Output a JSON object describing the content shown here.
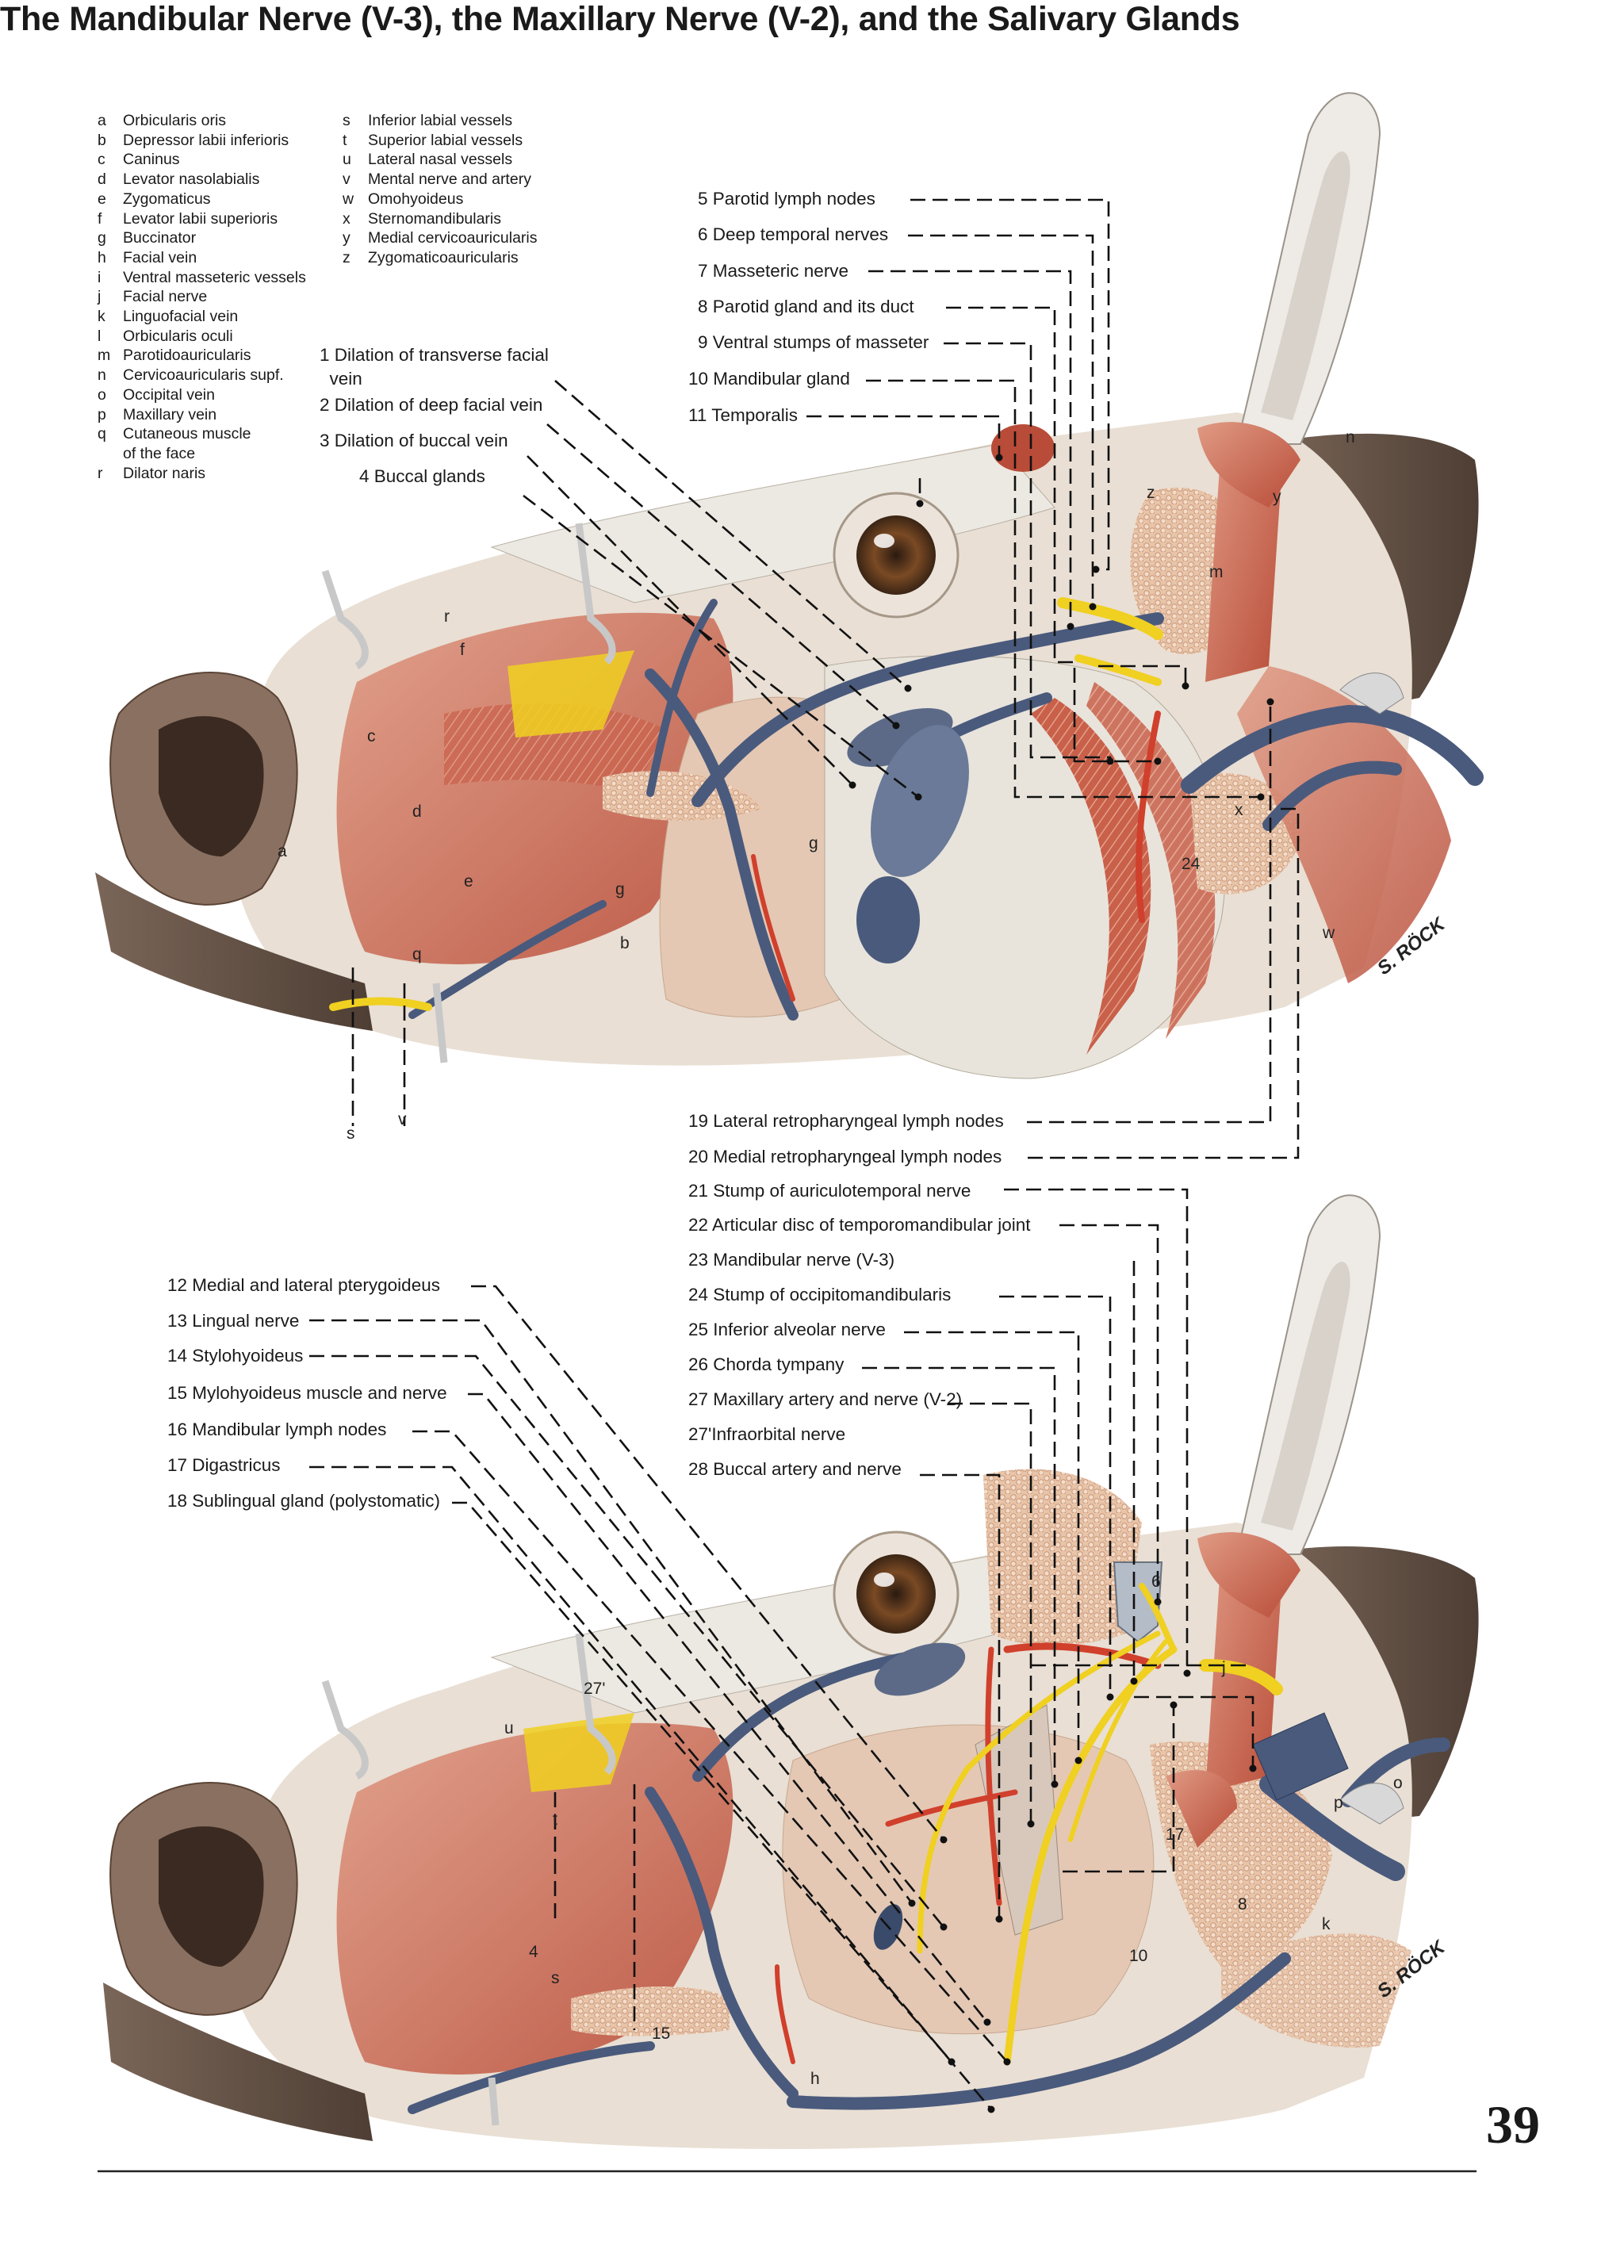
{
  "title": "The Mandibular Nerve (V-3), the Maxillary Nerve (V-2), and the Salivary Glands",
  "legend_left": [
    {
      "key": "a",
      "text": "Orbicularis oris"
    },
    {
      "key": "b",
      "text": "Depressor labii inferioris"
    },
    {
      "key": "c",
      "text": "Caninus"
    },
    {
      "key": "d",
      "text": "Levator nasolabialis"
    },
    {
      "key": "e",
      "text": "Zygomaticus"
    },
    {
      "key": "f",
      "text": "Levator labii superioris"
    },
    {
      "key": "g",
      "text": "Buccinator"
    },
    {
      "key": "h",
      "text": "Facial vein"
    },
    {
      "key": "i",
      "text": "Ventral masseteric vessels"
    },
    {
      "key": "j",
      "text": "Facial nerve"
    },
    {
      "key": "k",
      "text": "Linguofacial vein"
    },
    {
      "key": "l",
      "text": "Orbicularis oculi"
    },
    {
      "key": "m",
      "text": "Parotidoauricularis"
    },
    {
      "key": "n",
      "text": "Cervicoauricularis supf."
    },
    {
      "key": "o",
      "text": "Occipital vein"
    },
    {
      "key": "p",
      "text": "Maxillary vein"
    },
    {
      "key": "q",
      "text": "Cutaneous muscle"
    },
    {
      "key": "",
      "text": "of the face"
    },
    {
      "key": "r",
      "text": "Dilator naris"
    }
  ],
  "legend_right": [
    {
      "key": "s",
      "text": "Inferior labial vessels"
    },
    {
      "key": "t",
      "text": "Superior labial vessels"
    },
    {
      "key": "u",
      "text": "Lateral nasal vessels"
    },
    {
      "key": "v",
      "text": "Mental nerve and artery"
    },
    {
      "key": "w",
      "text": "Omohyoideus"
    },
    {
      "key": "x",
      "text": "Sternomandibularis"
    },
    {
      "key": "y",
      "text": "Medial cervicoauricularis"
    },
    {
      "key": "z",
      "text": "Zygomaticoauricularis"
    }
  ],
  "labels_top_left": [
    {
      "text": "1 Dilation of transverse facial\n  vein"
    },
    {
      "text": "2 Dilation of deep facial vein"
    },
    {
      "text": "3 Dilation of buccal vein"
    },
    {
      "text": "4 Buccal glands"
    }
  ],
  "labels_top_right": [
    "5 Parotid lymph nodes",
    "6 Deep temporal nerves",
    "7 Masseteric nerve",
    "8 Parotid gland and its duct",
    "9 Ventral stumps of masseter",
    "10 Mandibular gland",
    "11 Temporalis"
  ],
  "labels_bottom_left": [
    "12 Medial and lateral pterygoideus",
    "13 Lingual nerve",
    "14 Stylohyoideus",
    "15 Mylohyoideus muscle and nerve",
    "16 Mandibular lymph nodes",
    "17 Digastricus",
    "18 Sublingual gland (polystomatic)"
  ],
  "labels_bottom_right": [
    "19 Lateral retropharyngeal lymph nodes",
    "20 Medial retropharyngeal lymph nodes",
    "21 Stump of auriculotemporal nerve",
    "22 Articular disc of temporomandibular joint",
    "23 Mandibular nerve (V-3)",
    "24 Stump of occipitomandibularis",
    "25 Inferior alveolar nerve",
    "26 Chorda tympany",
    "27 Maxillary artery and nerve (V-2)",
    "27'Infraorbital nerve",
    "28 Buccal artery and nerve"
  ],
  "image_letters_top": [
    "a",
    "b",
    "c",
    "d",
    "e",
    "f",
    "g",
    "g",
    "m",
    "n",
    "q",
    "r",
    "s",
    "v",
    "w",
    "x",
    "y",
    "z",
    "24"
  ],
  "image_letters_bottom": [
    "27'",
    "u",
    "t",
    "s",
    "4",
    "15",
    "h",
    "6",
    "j",
    "o",
    "p",
    "17",
    "8",
    "10",
    "k"
  ],
  "signatures": [
    "S. RÖCK",
    "S. RÖCK"
  ],
  "page_number": "39",
  "colors": {
    "muscle": "#c8604a",
    "muscle_light": "#e4a08a",
    "vein": "#4a5a7c",
    "artery": "#d0402c",
    "nerve": "#f0d020",
    "gland": "#e8c4a8",
    "bone": "#ece9e2",
    "hide": "#6a5548"
  }
}
